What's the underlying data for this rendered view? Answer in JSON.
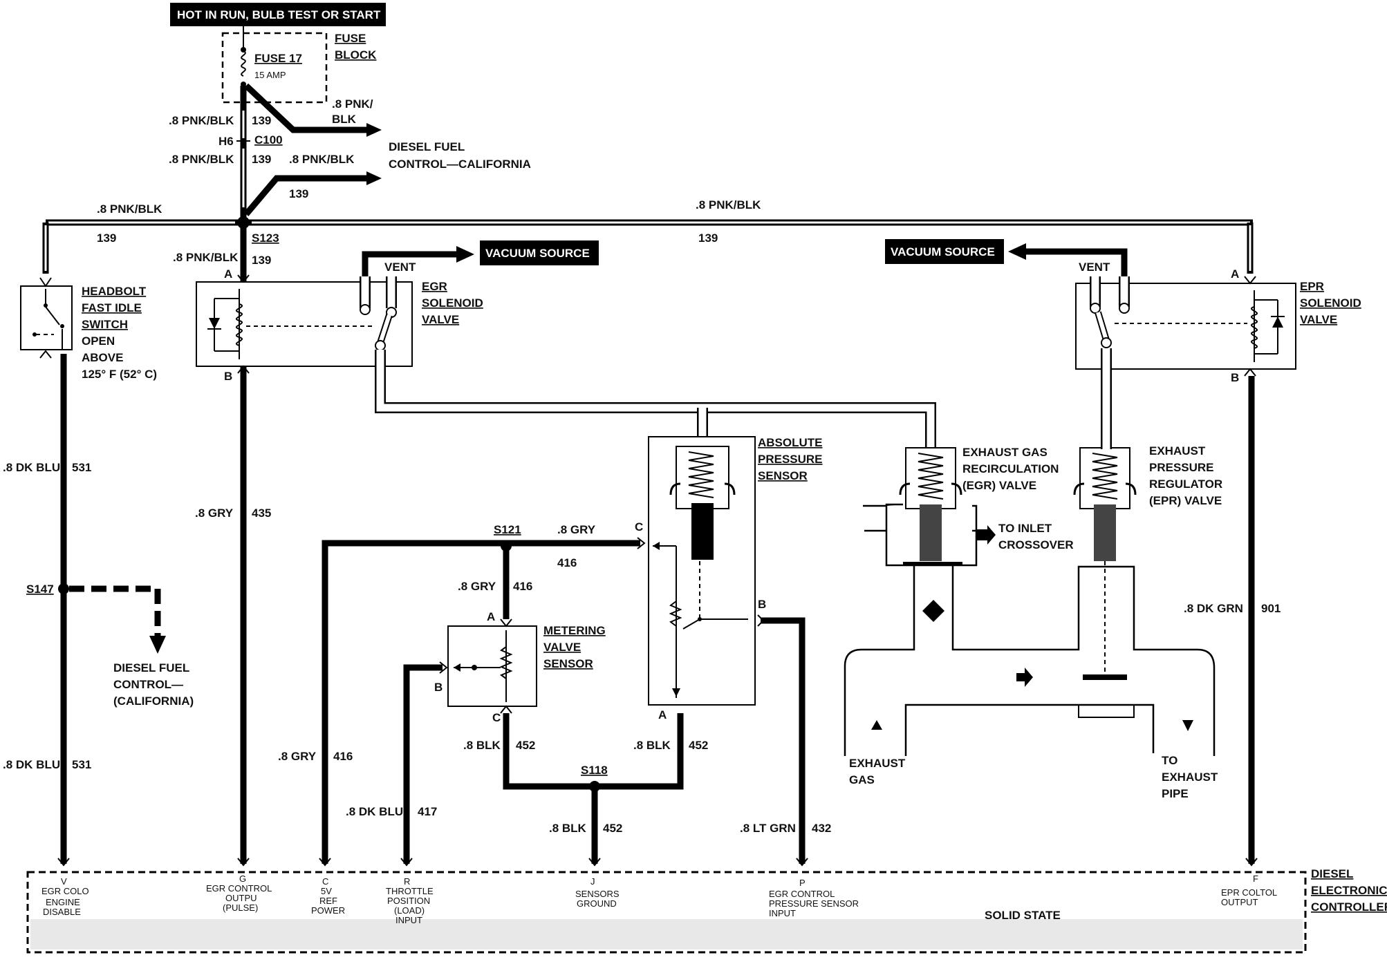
{
  "labels": {
    "hot_in_run": "HOT IN RUN, BULB TEST OR START",
    "fuse_block_1": "FUSE",
    "fuse_block_2": "BLOCK",
    "fuse17": "FUSE 17",
    "fuse17_amp": "15 AMP",
    "c100": "C100",
    "h6": "H6",
    "s123": "S123",
    "s121": "S121",
    "s147": "S147",
    "s118": "S118",
    "diesel_fuel_ca_1": "DIESEL FUEL",
    "diesel_fuel_ca_2": "CONTROL—CALIFORNIA",
    "diesel_fuel_ca2_1": "DIESEL FUEL",
    "diesel_fuel_ca2_2": "CONTROL—",
    "diesel_fuel_ca2_3": "(CALIFORNIA)",
    "vacuum_source": "VACUUM SOURCE",
    "vent": "VENT",
    "egr_sol_1": "EGR",
    "egr_sol_2": "SOLENOID",
    "egr_sol_3": "VALVE",
    "epr_sol_1": "EPR",
    "epr_sol_2": "SOLENOID",
    "epr_sol_3": "VALVE",
    "headbolt_1": "HEADBOLT",
    "headbolt_2": "FAST IDLE",
    "headbolt_3": "SWITCH",
    "headbolt_4": "OPEN",
    "headbolt_5": "ABOVE",
    "headbolt_6": "125° F (52° C)",
    "abs_1": "ABSOLUTE",
    "abs_2": "PRESSURE",
    "abs_3": "SENSOR",
    "egrv_1": "EXHAUST GAS",
    "egrv_2": "RECIRCULATION",
    "egrv_3": "(EGR) VALVE",
    "eprv_1": "EXHAUST",
    "eprv_2": "PRESSURE",
    "eprv_3": "REGULATOR",
    "eprv_4": "(EPR) VALVE",
    "inlet_1": "TO INLET",
    "inlet_2": "CROSSOVER",
    "meter_1": "METERING",
    "meter_2": "VALVE",
    "meter_3": "SENSOR",
    "exh_gas_1": "EXHAUST",
    "exh_gas_2": "GAS",
    "exh_pipe_1": "TO",
    "exh_pipe_2": "EXHAUST",
    "exh_pipe_3": "PIPE",
    "pin_a": "A",
    "pin_b": "B",
    "pin_c": "C",
    "solid_state": "SOLID STATE",
    "dec_1": "DIESEL",
    "dec_2": "ELECTRONIC",
    "dec_3": "CONTROLLER"
  },
  "wires": {
    "pnk_blk": ".8 PNK/BLK",
    "pnk_1": ".8 PNK/",
    "pnk_2": "BLK",
    "c139": "139",
    "dk_blu": ".8 DK BLU",
    "c531": "531",
    "gry": ".8 GRY",
    "c435": "435",
    "c416": "416",
    "blk": ".8 BLK",
    "c452": "452",
    "c417": "417",
    "lt_grn": ".8 LT GRN",
    "c432": "432",
    "dk_grn": ".8 DK GRN",
    "c901": "901"
  },
  "terminals": [
    {
      "pin": "V",
      "lines": [
        "EGR COLO",
        "ENGINE",
        "DISABLE"
      ]
    },
    {
      "pin": "G",
      "lines": [
        "EGR CONTROL",
        "OUTPU",
        "(PULSE)"
      ]
    },
    {
      "pin": "C",
      "lines": [
        "5V",
        "REF",
        "POWER"
      ]
    },
    {
      "pin": "R",
      "lines": [
        "THROTTLE",
        "POSITION",
        "(LOAD)",
        "INPUT"
      ]
    },
    {
      "pin": "J",
      "lines": [
        "SENSORS",
        "GROUND"
      ]
    },
    {
      "pin": "P",
      "lines": [
        "EGR CONTROL",
        "PRESSURE SENSOR",
        "INPUT"
      ]
    },
    {
      "pin": "F",
      "lines": [
        "EPR COLTOL",
        "OUTPUT"
      ]
    }
  ]
}
